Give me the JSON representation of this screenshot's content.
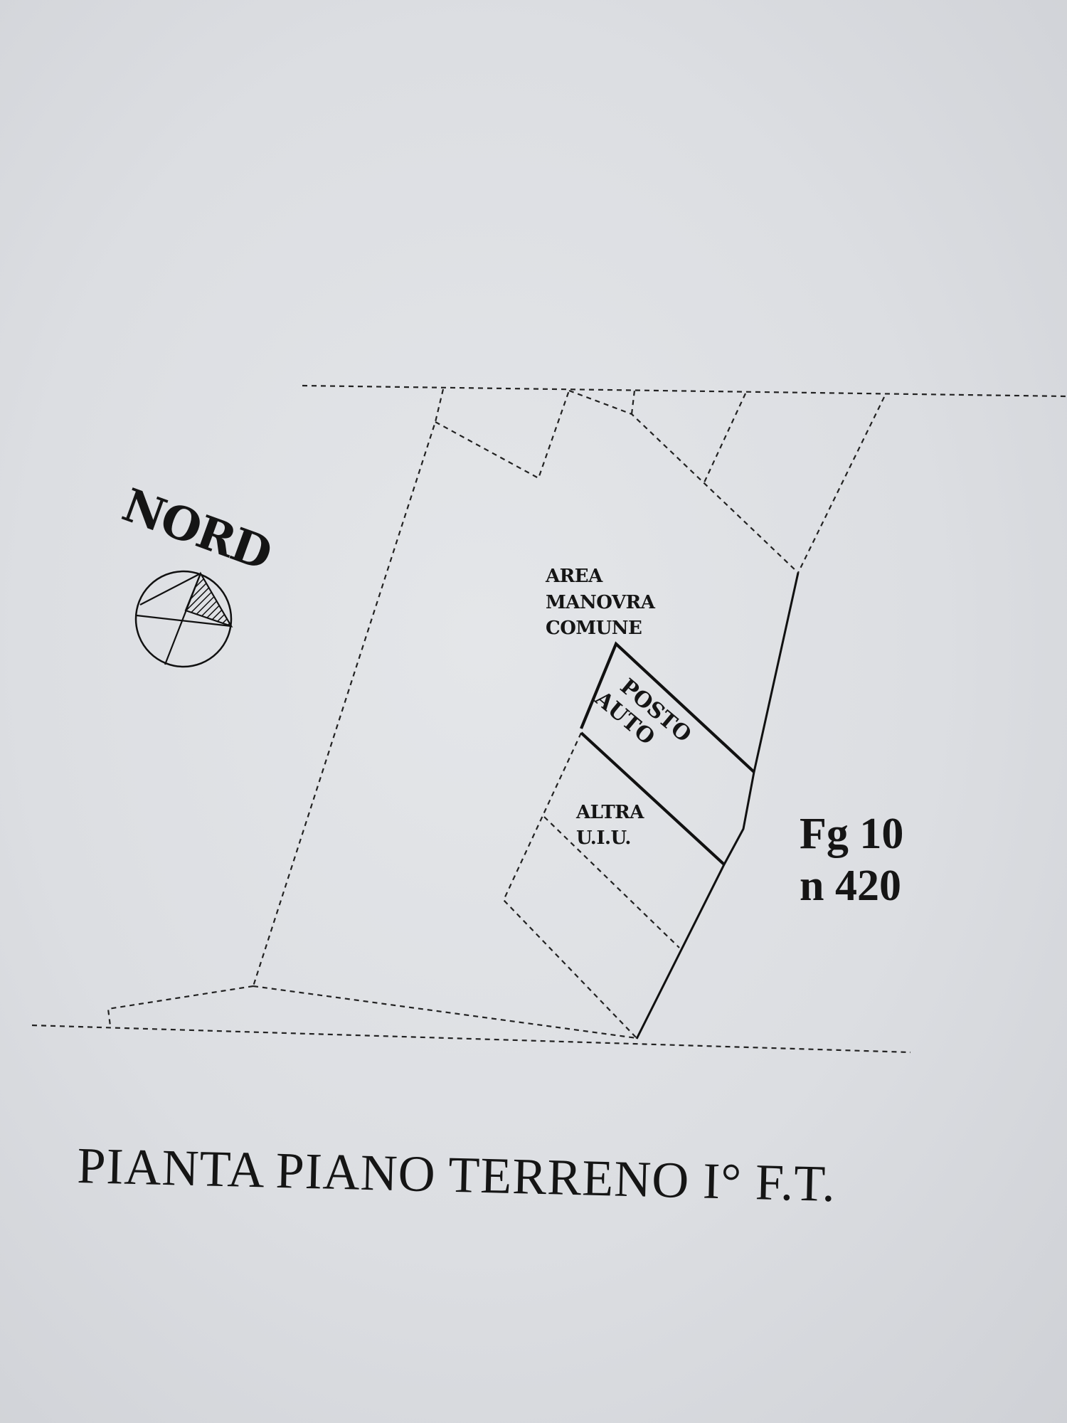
{
  "labels": {
    "north": "NORD",
    "common_area": [
      "AREA",
      "MANOVRA",
      "COMUNE"
    ],
    "parking_space": [
      "POSTO",
      "AUTO"
    ],
    "other_unit": [
      "ALTRA",
      "U.I.U."
    ],
    "sheet_ref": [
      "Fg 10",
      "n 420"
    ],
    "title": "PIANTA PIANO TERRENO I° F.T."
  },
  "icons": {
    "compass": "north-arrow-icon"
  }
}
